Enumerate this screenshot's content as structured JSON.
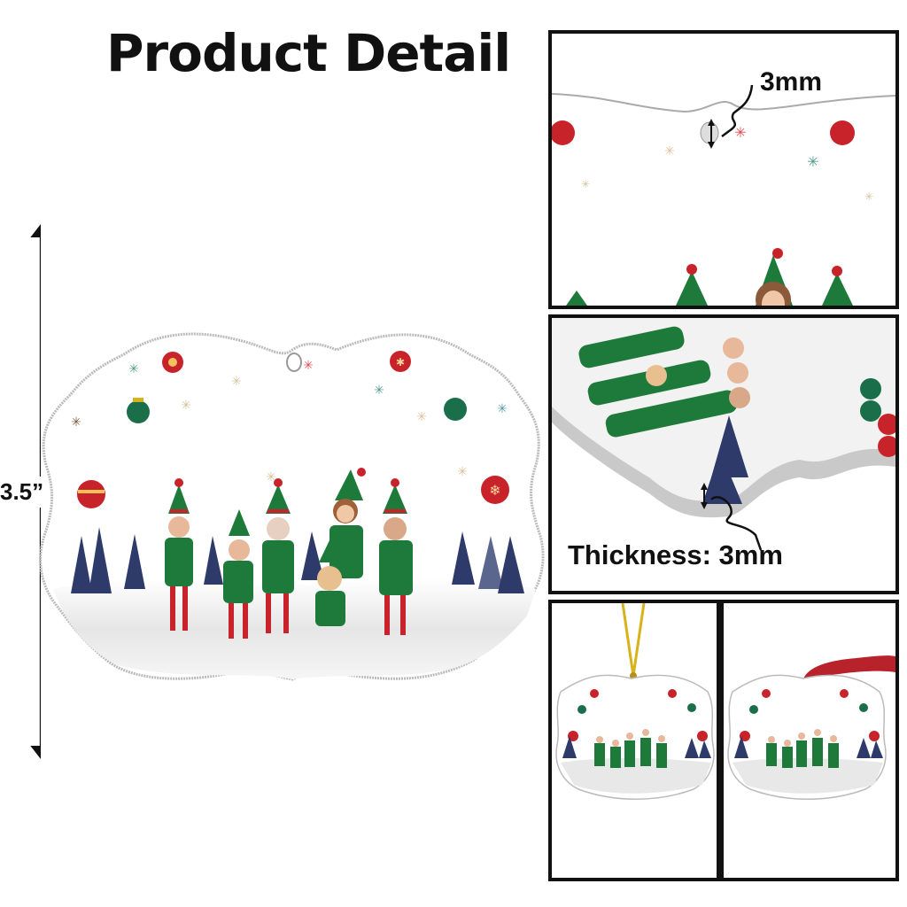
{
  "header": {
    "title": "Product Detail"
  },
  "dimension": {
    "height_label": "3.5”"
  },
  "main_ornament": {
    "shape": "benelux-scalloped-rectangle",
    "hole": "hanging-hole",
    "scene": "family-elves-dancing-in-snowy-forest",
    "elf_count": 6,
    "decorations": [
      "red-bauble",
      "green-bauble",
      "snowflake-sparkles",
      "pine-trees"
    ]
  },
  "detail_panels": [
    {
      "id": "hole-closeup",
      "label": "3mm"
    },
    {
      "id": "thickness-closeup",
      "label": "Thickness: 3mm"
    },
    {
      "id": "gold-string-variant",
      "hanger": "gold-string"
    },
    {
      "id": "red-ribbon-variant",
      "hanger": "red-ribbon"
    }
  ],
  "colors": {
    "elf_green": "#1e7a3a",
    "bauble_red": "#c8222a",
    "bauble_green": "#1b6e4a",
    "tree_navy": "#2e3a6a",
    "border": "#111111",
    "gold": "#d8b21a",
    "ribbon": "#b8222a"
  }
}
